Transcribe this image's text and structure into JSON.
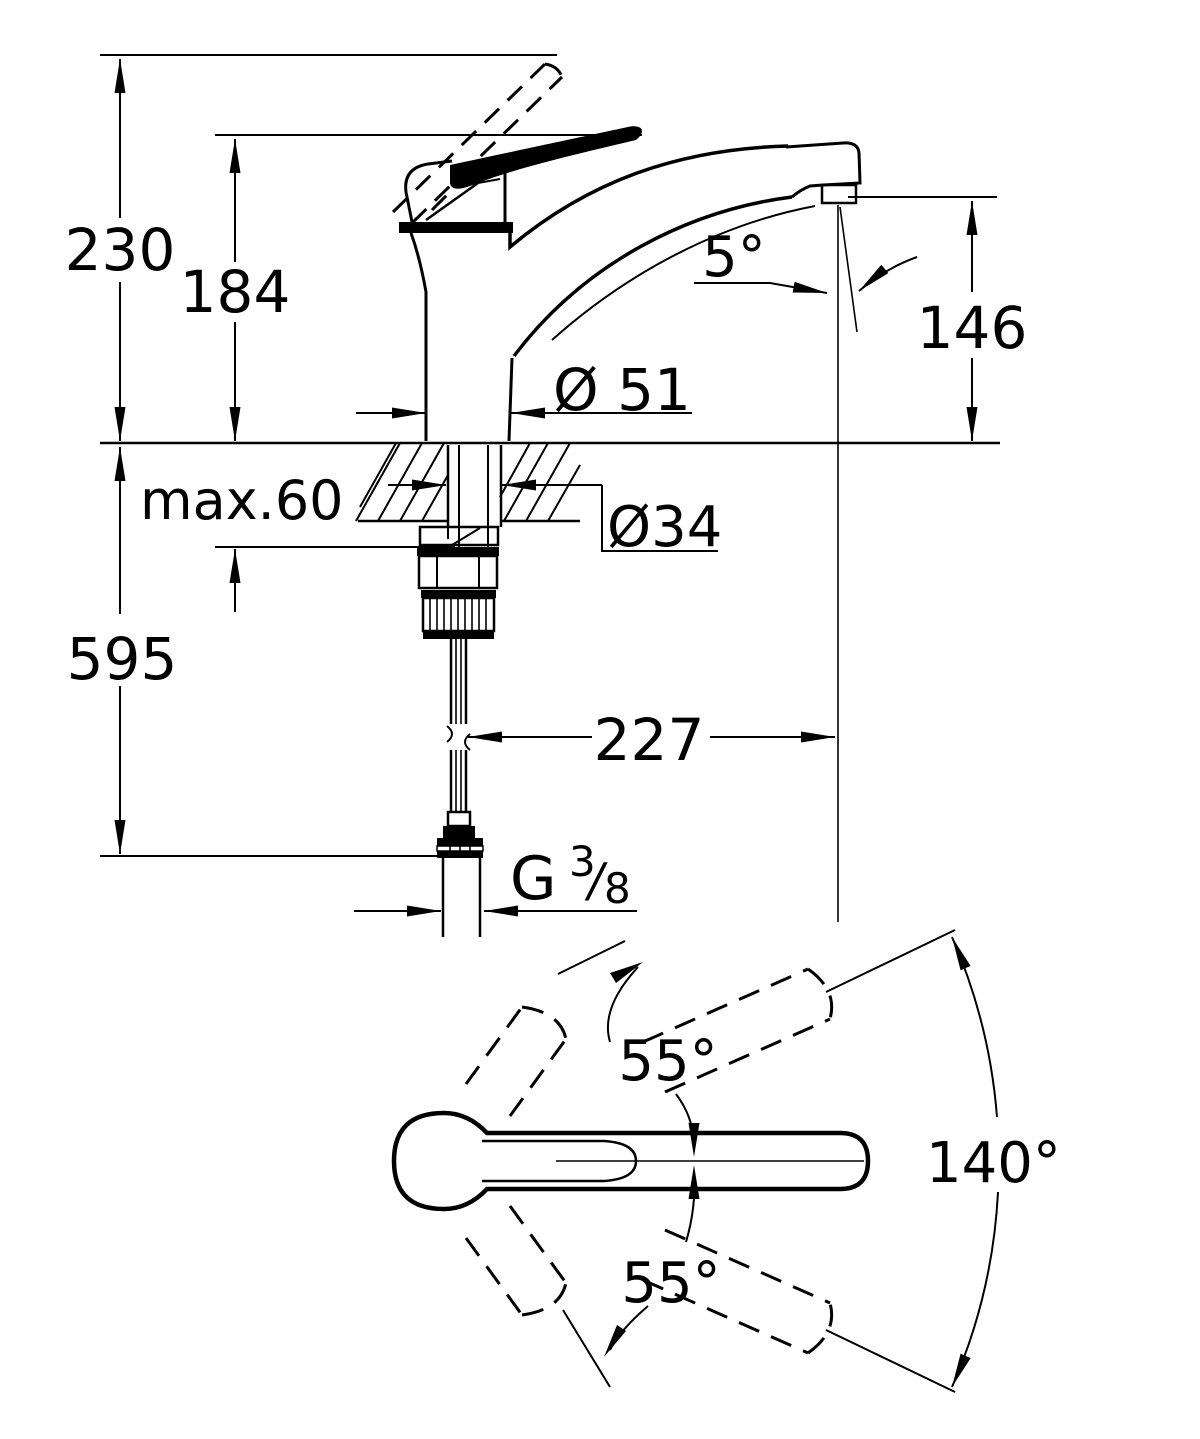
{
  "drawing": {
    "background": "#ffffff",
    "ink": "#000000"
  },
  "side_view": {
    "overall_height": "230",
    "handle_height": "184",
    "outlet_height": "146",
    "outlet_angle": "5°",
    "body_diameter": "Ø 51",
    "shank_diameter": "Ø34",
    "max_mounting_thickness": "max.60",
    "below_deck_length": "595",
    "spout_reach": "227",
    "thread": {
      "letter": "G",
      "numerator": "3",
      "slash": "/",
      "denominator": "8"
    }
  },
  "bottom_view": {
    "upper_angle": "55°",
    "lower_angle": "55°",
    "swivel_angle": "140°"
  }
}
